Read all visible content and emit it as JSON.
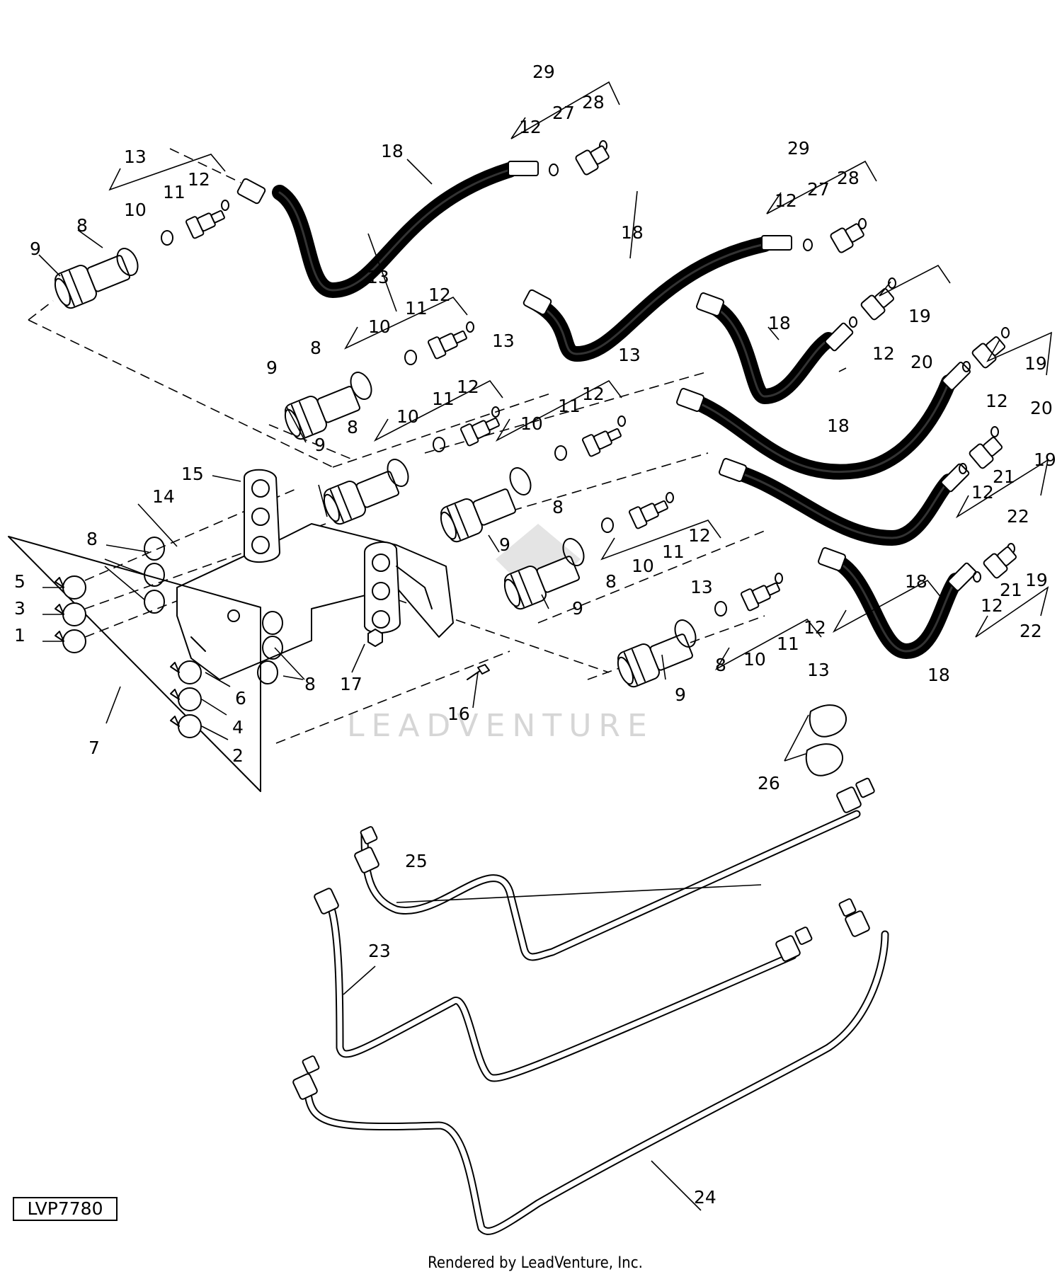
{
  "reference_code": "LVP7780",
  "footer": "Rendered by LeadVenture, Inc.",
  "watermark": "LEADVENTURE",
  "callouts": [
    "29",
    "12",
    "27",
    "28",
    "18",
    "13",
    "10",
    "11",
    "12",
    "8",
    "9",
    "29",
    "12",
    "27",
    "28",
    "18",
    "13",
    "12",
    "11",
    "10",
    "8",
    "9",
    "19",
    "12",
    "20",
    "18",
    "19",
    "12",
    "20",
    "13",
    "12",
    "11",
    "10",
    "8",
    "9",
    "13",
    "12",
    "11",
    "10",
    "8",
    "9",
    "18",
    "19",
    "21",
    "12",
    "22",
    "15",
    "14",
    "8",
    "5",
    "3",
    "1",
    "12",
    "11",
    "10",
    "13",
    "8",
    "9",
    "18",
    "19",
    "21",
    "12",
    "22",
    "6",
    "4",
    "2",
    "7",
    "8",
    "17",
    "16",
    "12",
    "11",
    "10",
    "13",
    "8",
    "9",
    "18",
    "26",
    "25",
    "23",
    "24"
  ]
}
